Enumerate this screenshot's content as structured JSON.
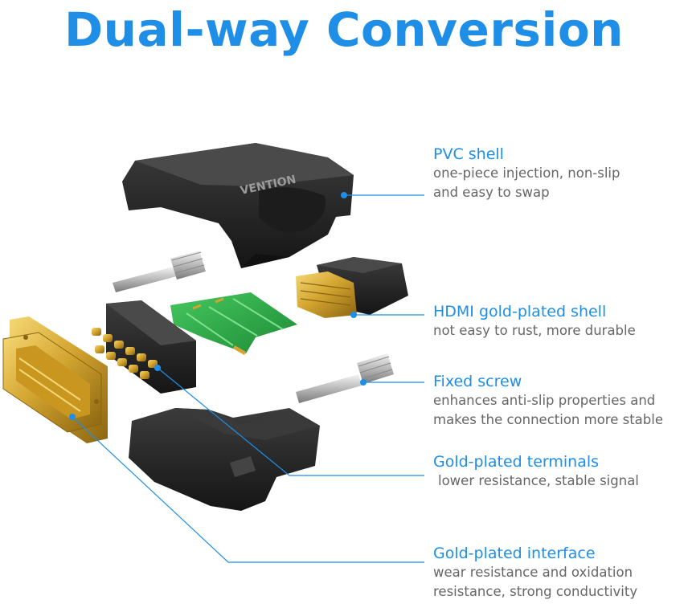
{
  "title": "Dual-way Conversion",
  "brand_logo": "VENTION",
  "colors": {
    "accent": "#1e8ee6",
    "description_text": "#666666",
    "shell_black": "#2a2a2a",
    "gold": "#d4a531",
    "pcb_green": "#2fb24a"
  },
  "callouts": [
    {
      "title": "PVC shell",
      "lines": [
        "one-piece injection, non-slip",
        "and easy to swap"
      ]
    },
    {
      "title": "HDMI gold-plated shell",
      "lines": [
        "not easy to rust, more durable"
      ]
    },
    {
      "title": "Fixed screw",
      "lines": [
        "enhances anti-slip properties and",
        "makes the connection more stable"
      ]
    },
    {
      "title": "Gold-plated terminals",
      "lines": [
        "lower resistance, stable signal"
      ]
    },
    {
      "title": "Gold-plated interface",
      "lines": [
        "wear resistance and oxidation",
        "resistance, strong conductivity"
      ]
    }
  ]
}
